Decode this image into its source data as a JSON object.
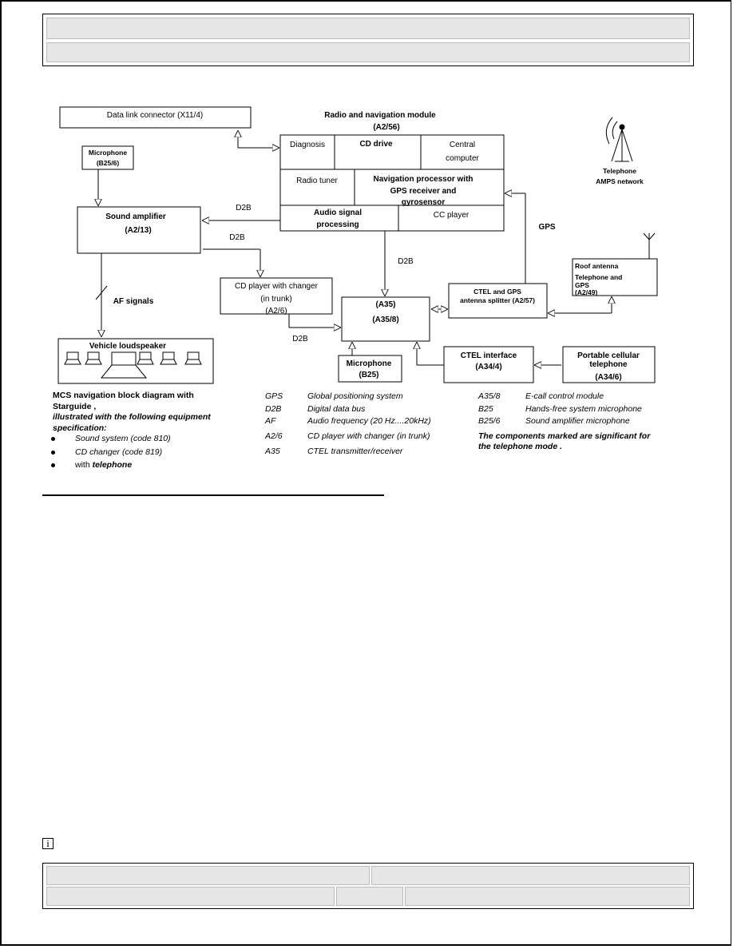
{
  "diagram": {
    "data_link_connector": "Data link connector (X11/4)",
    "radio_module_title": "Radio and navigation module",
    "radio_module_code": "(A2/56)",
    "diagnosis": "Diagnosis",
    "cd_drive": "CD drive",
    "central_line1": "Central",
    "central_line2": "computer",
    "radio_tuner": "Radio tuner",
    "nav_line1": "Navigation processor with",
    "nav_line2": "GPS receiver and",
    "nav_line3": "gyrosensor",
    "audio_line1": "Audio signal",
    "audio_line2": "processing",
    "cc_player": "CC player",
    "mic_b256_line1": "Microphone",
    "mic_b256_line2": "(B25/6)",
    "sound_amp_line1": "Sound amplifier",
    "sound_amp_line2": "(A2/13)",
    "d2b_1": "D2B",
    "d2b_2": "D2B",
    "d2b_3": "D2B",
    "d2b_4": "D2B",
    "cd_player_line1": "CD player with changer",
    "cd_player_line2": "(in trunk)",
    "cd_player_line3": "(A2/6)",
    "af_signals": "AF signals",
    "vehicle_loudspeaker": "Vehicle loudspeaker",
    "a35_line1": "(A35)",
    "a35_line2": "(A35/8)",
    "mic_b25_line1": "Microphone",
    "mic_b25_line2": "(B25)",
    "ctel_interface_line1": "CTEL interface",
    "ctel_interface_line2": "(A34/4)",
    "portable_line1": "Portable cellular",
    "portable_line2": "telephone",
    "portable_line3": "(A34/6)",
    "splitter_line1": "CTEL and GPS",
    "splitter_line2": "antenna splitter (A2/57)",
    "roof_line1": "Roof antenna",
    "roof_line2": "Telephone and",
    "roof_line3": "GPS",
    "roof_line4": "(A2/49)",
    "gps": "GPS",
    "telephone_line1": "Telephone",
    "telephone_line2": "AMPS network"
  },
  "caption": {
    "line1": "MCS navigation block diagram with",
    "line2": "Starguide ,",
    "line3": "illustrated with the following equipment",
    "line4": "specification:",
    "bullets": [
      "Sound system  (code 810)",
      "CD changer  (code 819)"
    ],
    "bullet3_prefix": "with ",
    "bullet3_emph": "telephone"
  },
  "legend": {
    "col1": [
      {
        "abbr": "GPS",
        "desc": "Global positioning system"
      },
      {
        "abbr": "D2B",
        "desc": "Digital data bus"
      },
      {
        "abbr": "AF",
        "desc": "Audio frequency (20 Hz....20kHz)"
      },
      {
        "abbr": "A2/6",
        "desc": "CD player with changer (in trunk)"
      },
      {
        "abbr": "A35",
        "desc": "CTEL transmitter/receiver"
      }
    ],
    "col2": [
      {
        "abbr": "A35/8",
        "desc": "E-call control module"
      },
      {
        "abbr": "B25",
        "desc": "Hands-free system microphone"
      },
      {
        "abbr": "B25/6",
        "desc": "Sound amplifier microphone"
      }
    ],
    "note_line1": "The components marked are significant for",
    "note_line2": "the telephone mode    ."
  },
  "footer": {
    "info_icon": "i"
  },
  "colors": {
    "bar_fill": "#e6e6e6",
    "line": "#000000"
  }
}
